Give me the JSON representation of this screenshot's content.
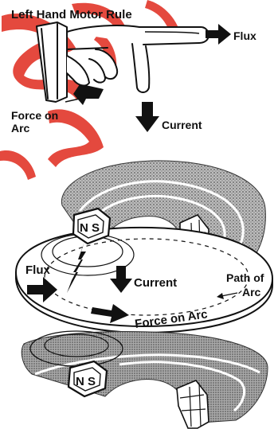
{
  "title": "Left Hand Motor Rule",
  "labels": {
    "flux_top": "Flux",
    "force_on": "Force on",
    "arc": "Arc",
    "current_top": "Current",
    "ns_top": "N S",
    "ns_bottom": "N S",
    "flux_mid": "Flux",
    "current_mid": "Current",
    "path_of": "Path of",
    "arc_path": "Arc",
    "force_on_arc": "Force on Arc"
  },
  "colors": {
    "ink": "#111111",
    "watermark": "#e23a2e",
    "magnet": "#4a4a4a"
  },
  "icons": [
    "hand-icon",
    "arrow-icon",
    "magnet-icon",
    "spark-icon",
    "coil-icon"
  ]
}
